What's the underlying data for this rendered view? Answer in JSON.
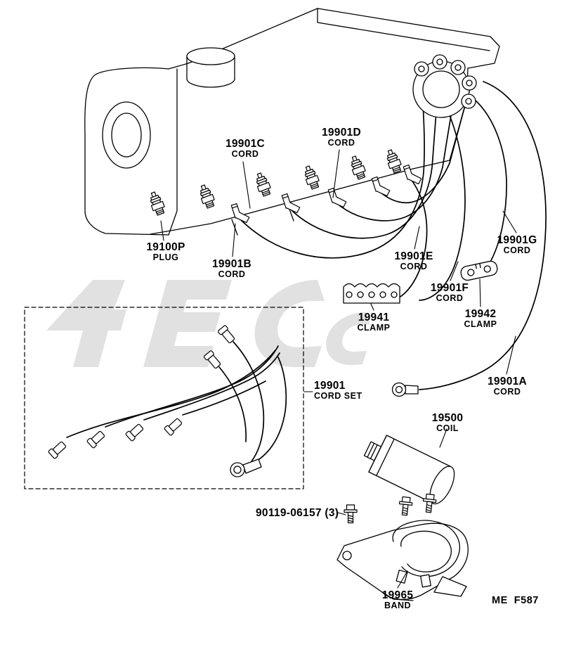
{
  "diagram": {
    "footer_code": "ME  F587"
  },
  "labels": {
    "cord_c": {
      "no": "19901C",
      "name": "CORD"
    },
    "cord_d": {
      "no": "19901D",
      "name": "CORD"
    },
    "plug": {
      "no": "19100P",
      "name": "PLUG"
    },
    "cord_b": {
      "no": "19901B",
      "name": "CORD"
    },
    "cord_e": {
      "no": "19901E",
      "name": "CORD"
    },
    "cord_g": {
      "no": "19901G",
      "name": "CORD"
    },
    "cord_f": {
      "no": "19901F",
      "name": "CORD"
    },
    "clamp_41": {
      "no": "19941",
      "name": "CLAMP"
    },
    "clamp_42": {
      "no": "19942",
      "name": "CLAMP"
    },
    "cord_set": {
      "no": "19901",
      "name": "CORD SET"
    },
    "cord_a": {
      "no": "19901A",
      "name": "CORD"
    },
    "coil": {
      "no": "19500",
      "name": "COIL"
    },
    "bolt": {
      "no": "90119-06157 (3)"
    },
    "band": {
      "no": "19965",
      "name": "BAND"
    }
  }
}
